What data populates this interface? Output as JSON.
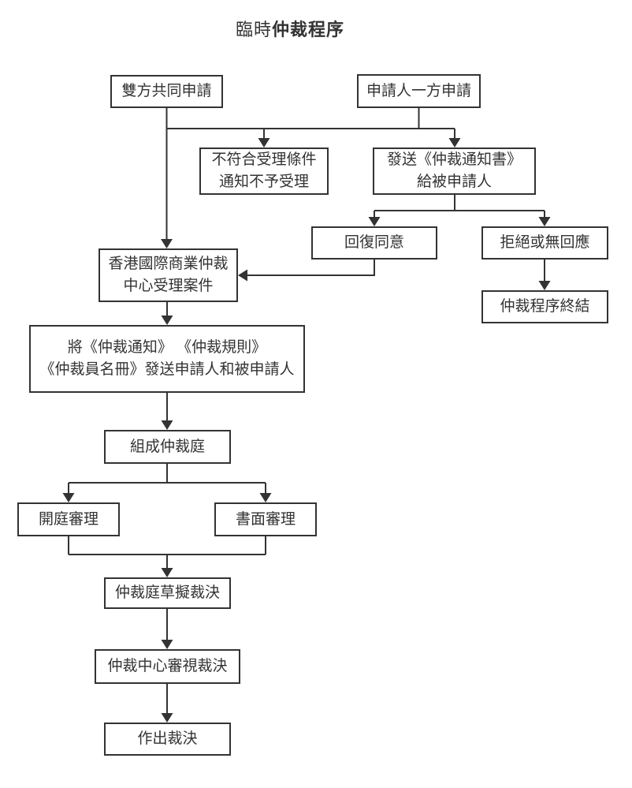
{
  "title": {
    "prefix": "臨時",
    "emphasis": "仲裁程序"
  },
  "colors": {
    "line": "#333333",
    "box_border": "#333333",
    "box_fill": "#ffffff",
    "text": "#333333",
    "background": "#ffffff"
  },
  "nodes": {
    "both_apply": {
      "label": "雙方共同申請"
    },
    "one_apply": {
      "label": "申請人一方申請"
    },
    "not_accept": {
      "label": "不符合受理條件\n通知不予受理"
    },
    "send_notice": {
      "label": "發送《仲裁通知書》\n給被申請人"
    },
    "reply_agree": {
      "label": "回復同意"
    },
    "refuse_no_reply": {
      "label": "拒絕或無回應"
    },
    "procedure_end": {
      "label": "仲裁程序終結"
    },
    "hk_center_accept": {
      "label": "香港國際商業仲裁\n中心受理案件"
    },
    "send_documents": {
      "label": "將《仲裁通知》 《仲裁規則》\n《仲裁員名冊》發送申請人和被申請人"
    },
    "form_tribunal": {
      "label": "組成仲裁庭"
    },
    "court_hearing": {
      "label": "開庭審理"
    },
    "written_review": {
      "label": "書面審理"
    },
    "draft_award": {
      "label": "仲裁庭草擬裁決"
    },
    "review_award": {
      "label": "仲裁中心審視裁決"
    },
    "make_award": {
      "label": "作出裁決"
    }
  }
}
